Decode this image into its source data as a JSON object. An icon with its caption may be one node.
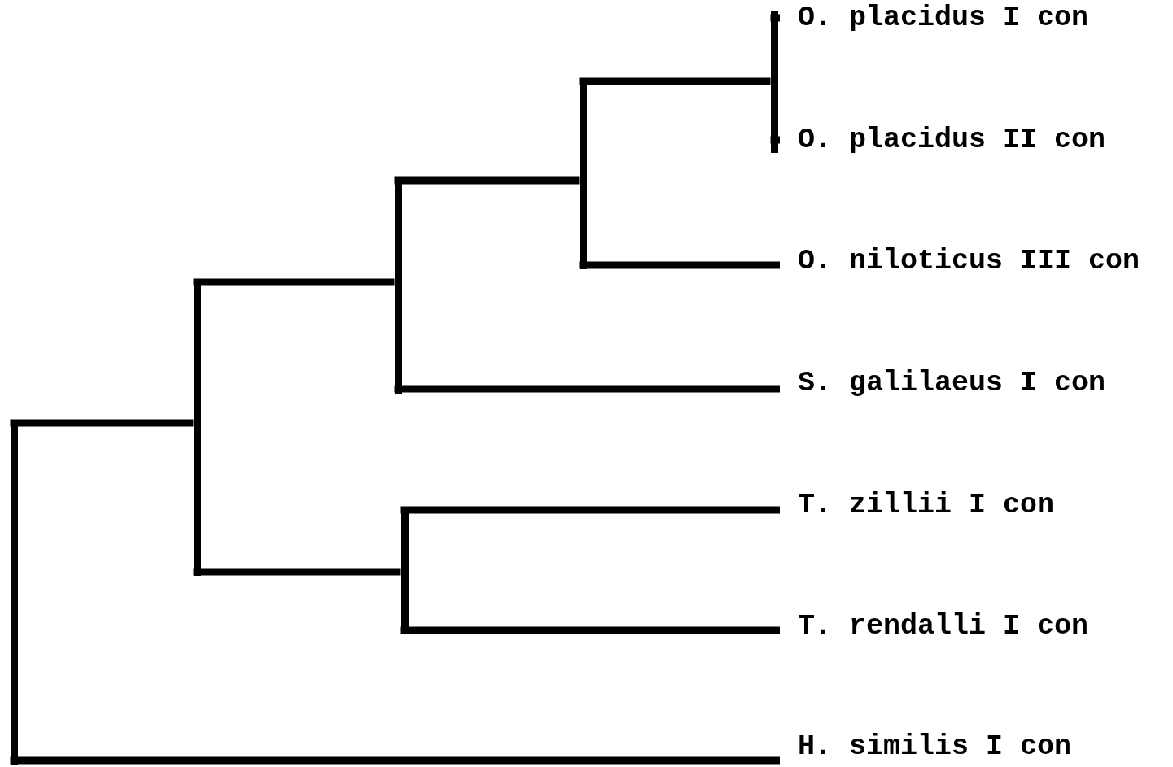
{
  "diagram": {
    "nodes": [
      {
        "text": [],
        "shape": "bar"
      },
      {
        "text": [],
        "shape": "bar"
      },
      {
        "text": [],
        "shape": "bar"
      },
      {
        "text": [],
        "shape": "bar"
      },
      {
        "text": [],
        "shape": "bar"
      },
      {
        "text": [],
        "shape": "bar"
      },
      {
        "text": [
          "O. placidus I con"
        ]
      },
      {
        "text": [
          "O. placidus II con"
        ]
      },
      {
        "text": [
          "O. niloticus III con"
        ]
      },
      {
        "text": [
          "S. galilaeus I con"
        ]
      },
      {
        "text": [
          "T. zillii I con"
        ]
      },
      {
        "text": [
          "T. rendalli I con"
        ]
      },
      {
        "text": [
          "H. similis I con"
        ]
      }
    ],
    "edges": [
      {
        "from": 0,
        "to": 1,
        "arrow": "none"
      },
      {
        "from": 0,
        "to": 12,
        "arrow": "none"
      },
      {
        "from": 1,
        "to": 2,
        "arrow": "none"
      },
      {
        "from": 1,
        "to": 5,
        "arrow": "none"
      },
      {
        "from": 2,
        "to": 3,
        "arrow": "none"
      },
      {
        "from": 2,
        "to": 9,
        "arrow": "none"
      },
      {
        "from": 3,
        "to": 4,
        "arrow": "none"
      },
      {
        "from": 3,
        "to": 8,
        "arrow": "none"
      },
      {
        "from": 4,
        "to": 6,
        "arrow": "none"
      },
      {
        "from": 4,
        "to": 7,
        "arrow": "none"
      },
      {
        "from": 5,
        "to": 10,
        "arrow": "none"
      },
      {
        "from": 5,
        "to": 11,
        "arrow": "none"
      }
    ]
  }
}
